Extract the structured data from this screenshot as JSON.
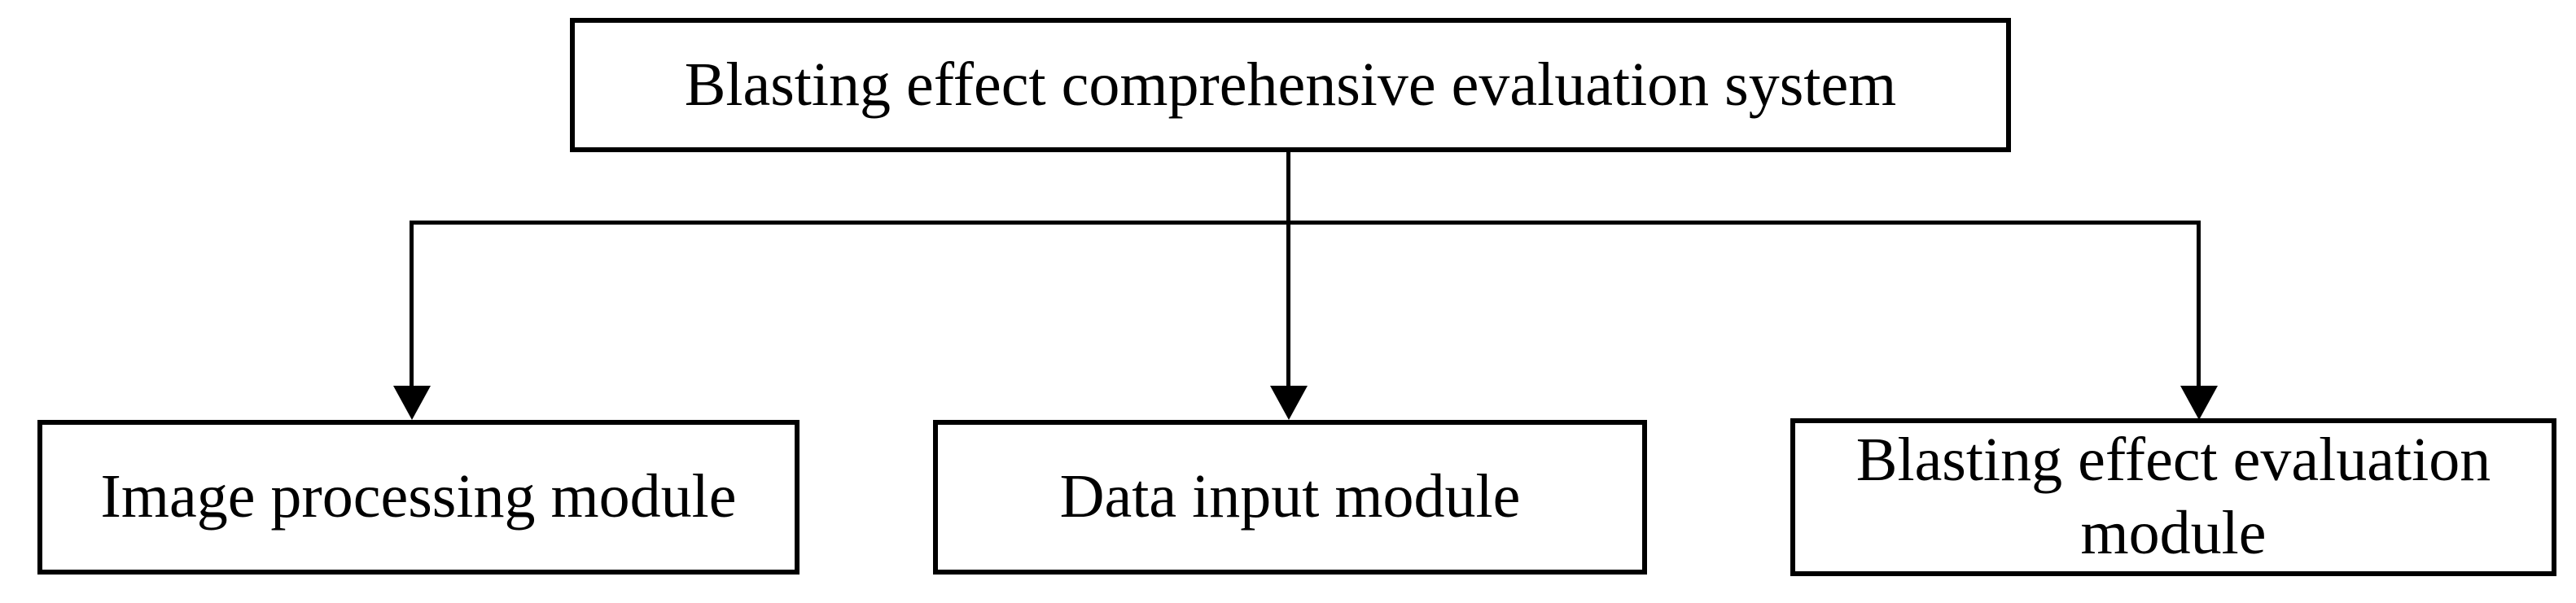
{
  "figure": {
    "title_hint": "Blasting effect comprehensive evaluation system block diagram",
    "colors": {
      "background": "#ffffff",
      "line": "#000000",
      "text": "#000000",
      "box_fill": "#ffffff"
    },
    "root": {
      "label": "Blasting effect comprehensive evaluation system"
    },
    "modules": [
      {
        "label": "Image processing module"
      },
      {
        "label": "Data input module"
      },
      {
        "label": "Blasting effect evaluation module"
      }
    ]
  }
}
